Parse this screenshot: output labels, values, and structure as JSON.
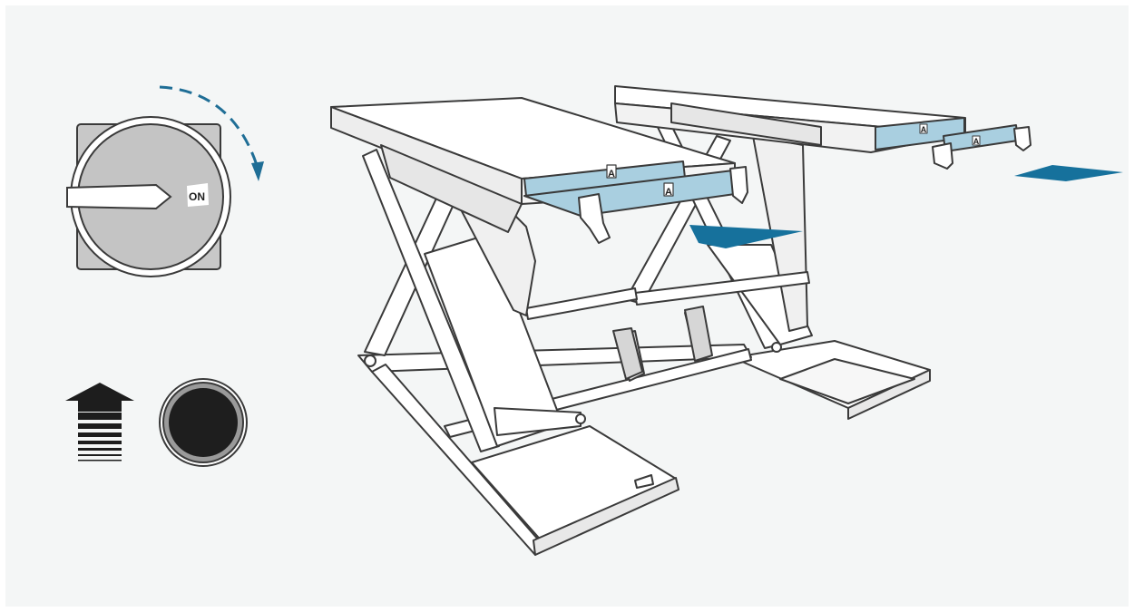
{
  "switch": {
    "on_label": "ON",
    "icon": "rotary-main-switch"
  },
  "platform_labels": {
    "front_left_inner": "A",
    "front_left_outer": "A",
    "rear_right_inner": "A",
    "rear_right_outer": "A"
  },
  "indicators": {
    "raise_icon": "raise-up-arrow-icon",
    "button_icon": "black-push-button"
  },
  "colors": {
    "background": "#f4f6f6",
    "switch_body": "#c5c5c5",
    "dashed_arrow": "#1f6e96",
    "extension_fill": "#a9cfe0",
    "motion_arrow": "#16719c",
    "button_fill": "#1e1e1e",
    "button_ring": "#9a9a9a"
  }
}
